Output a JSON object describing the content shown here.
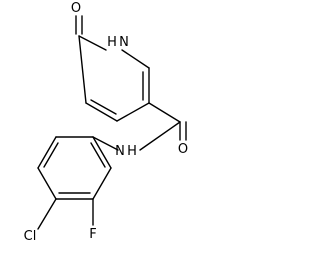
{
  "structure": {
    "atom_labels": {
      "oxo_o": "O",
      "ring_nh": "H",
      "ring_n": "N",
      "amide_o": "O",
      "amide_nh_n": "N",
      "amide_nh_h": "H",
      "cl": "Cl",
      "f": "F"
    },
    "colors": {
      "bond": "#000000",
      "label": "#000000",
      "background": "#ffffff"
    }
  }
}
